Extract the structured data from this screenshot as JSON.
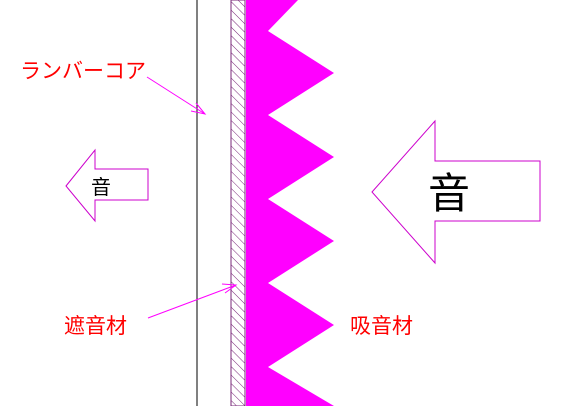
{
  "labels": {
    "lumber_core": "ランバーコア",
    "sound_insulation": "遮音材",
    "sound_absorbing": "吸音材"
  },
  "arrows": {
    "small_sound": "音",
    "large_sound": "音"
  },
  "colors": {
    "magenta": "#ff00ff",
    "label_red": "#ff0000",
    "line_dark": "#000000",
    "hatch": "#7a2a7a"
  }
}
